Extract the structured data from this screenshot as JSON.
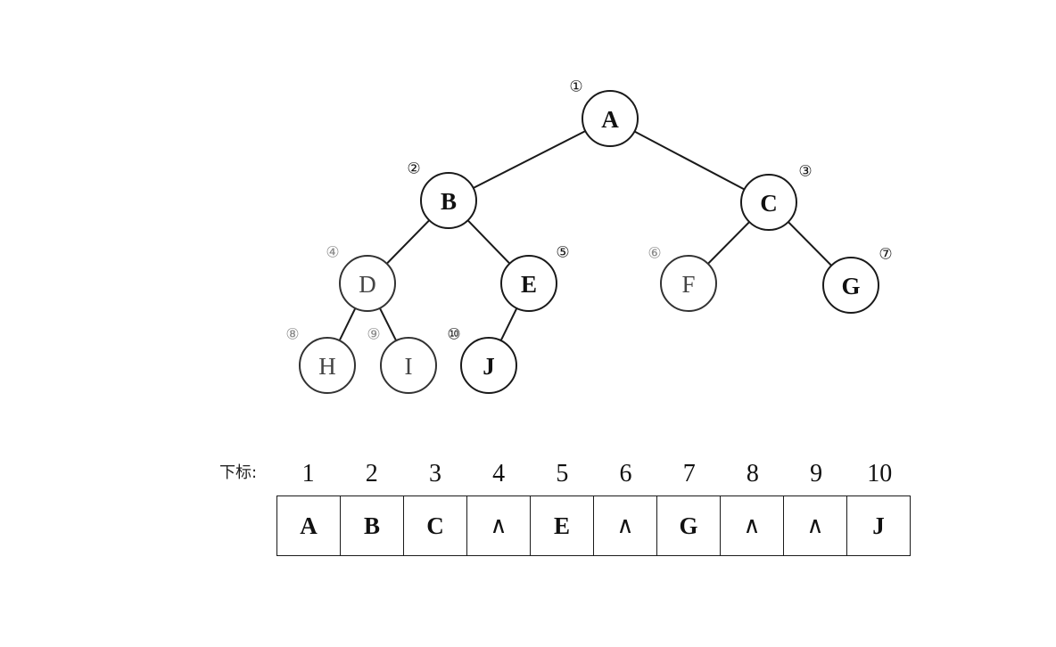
{
  "tree": {
    "nodes": [
      {
        "id": "A",
        "label": "A",
        "order": "①",
        "present": true
      },
      {
        "id": "B",
        "label": "B",
        "order": "②",
        "present": true
      },
      {
        "id": "C",
        "label": "C",
        "order": "③",
        "present": true
      },
      {
        "id": "D",
        "label": "D",
        "order": "④",
        "present": false
      },
      {
        "id": "E",
        "label": "E",
        "order": "⑤",
        "present": true
      },
      {
        "id": "F",
        "label": "F",
        "order": "⑥",
        "present": false
      },
      {
        "id": "G",
        "label": "G",
        "order": "⑦",
        "present": true
      },
      {
        "id": "H",
        "label": "H",
        "order": "⑧",
        "present": false
      },
      {
        "id": "I",
        "label": "I",
        "order": "⑨",
        "present": false
      },
      {
        "id": "J",
        "label": "J",
        "order": "⑩",
        "present": true
      }
    ],
    "edges": [
      [
        "A",
        "B"
      ],
      [
        "A",
        "C"
      ],
      [
        "B",
        "D"
      ],
      [
        "B",
        "E"
      ],
      [
        "C",
        "F"
      ],
      [
        "C",
        "G"
      ],
      [
        "D",
        "H"
      ],
      [
        "D",
        "I"
      ],
      [
        "E",
        "J"
      ]
    ]
  },
  "array": {
    "index_label": "下标:",
    "indices": [
      "1",
      "2",
      "3",
      "4",
      "5",
      "6",
      "7",
      "8",
      "9",
      "10"
    ],
    "cells": [
      "A",
      "B",
      "C",
      "∧",
      "E",
      "∧",
      "G",
      "∧",
      "∧",
      "J"
    ]
  }
}
